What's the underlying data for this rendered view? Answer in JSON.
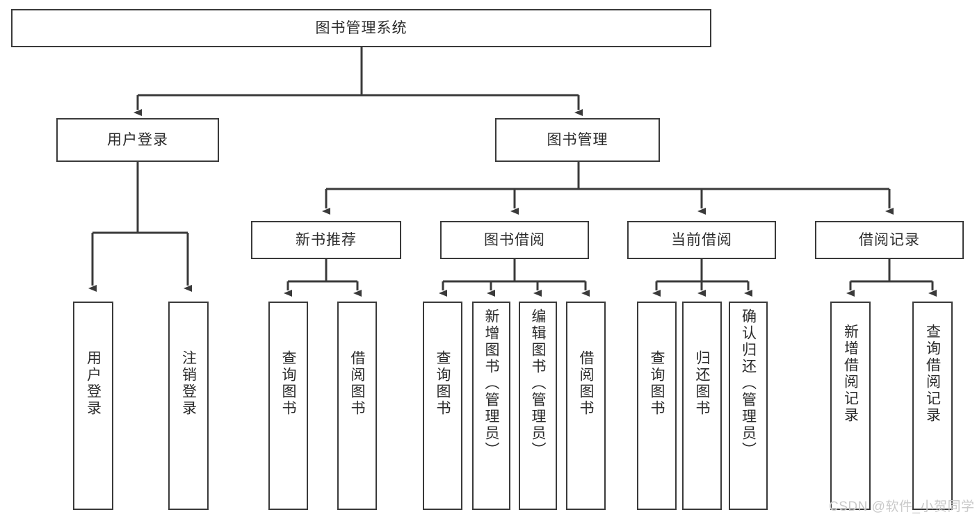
{
  "diagram": {
    "title": "图书管理系统",
    "type": "tree-hierarchy-chart",
    "watermark": "CSDN @软件_小贺同学",
    "colors": {
      "box_border": "#3a3a3a",
      "box_fill": "#ffffff",
      "line": "#3a3a3a",
      "text": "#2b2b2b",
      "watermark": "#c9c9c9",
      "background": "#ffffff"
    },
    "root": {
      "label": "图书管理系统"
    },
    "level2": [
      {
        "label": "用户登录"
      },
      {
        "label": "图书管理"
      }
    ],
    "level3": [
      {
        "label": "新书推荐"
      },
      {
        "label": "图书借阅"
      },
      {
        "label": "当前借阅"
      },
      {
        "label": "借阅记录"
      }
    ],
    "leaves": {
      "user_login": [
        {
          "label": "用户登录"
        },
        {
          "label": "注销登录"
        }
      ],
      "new_book_recommend": [
        {
          "label": "查询图书"
        },
        {
          "label": "借阅图书"
        }
      ],
      "book_borrow": [
        {
          "label": "查询图书"
        },
        {
          "label": "新增图书（管理员）"
        },
        {
          "label": "编辑图书（管理员）"
        },
        {
          "label": "借阅图书"
        }
      ],
      "current_borrow": [
        {
          "label": "查询图书"
        },
        {
          "label": "归还图书"
        },
        {
          "label": "确认归还（管理员）"
        }
      ],
      "borrow_record": [
        {
          "label": "新增借阅记录"
        },
        {
          "label": "查询借阅记录"
        }
      ]
    }
  }
}
